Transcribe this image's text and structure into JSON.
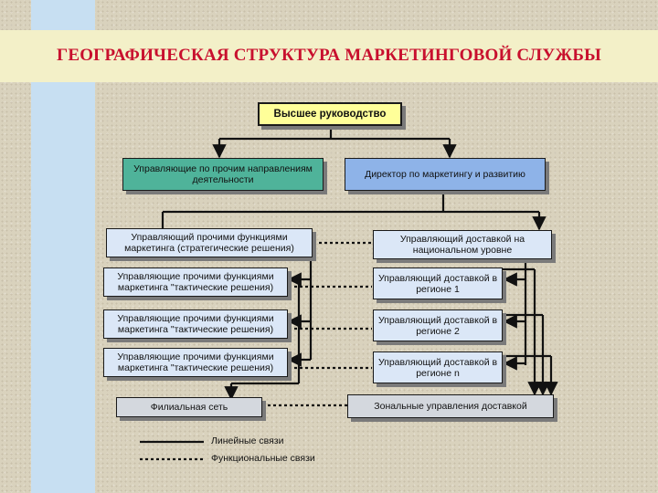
{
  "title": "ГЕОГРАФИЧЕСКАЯ СТРУКТУРА МАРКЕТИНГОВОЙ СЛУЖБЫ",
  "boxes": {
    "top": "Высшее руководство",
    "mgr_other": "Управляющие по прочим направлениям деятельности",
    "director": "Директор по маркетингу и развитию",
    "strategic": "Управляющий прочими функциями маркетинга (стратегические решения)",
    "national": "Управляющий доставкой на национальном уровне",
    "tactic1": "Управляющие прочими функциями маркетинга \"тактические решения)",
    "tactic2": "Управляющие прочими функциями маркетинга \"тактические решения)",
    "tactic3": "Управляющие прочими функциями маркетинга \"тактические решения)",
    "region1": "Управляющий доставкой в регионе 1",
    "region2": "Управляющий доставкой в регионе 2",
    "regionn": "Управляющий доставкой в регионе n",
    "branch": "Филиальная сеть",
    "zonal": "Зональные управления доставкой"
  },
  "legend": {
    "linear": "Линейные связи",
    "functional": "Функциональные связи"
  }
}
